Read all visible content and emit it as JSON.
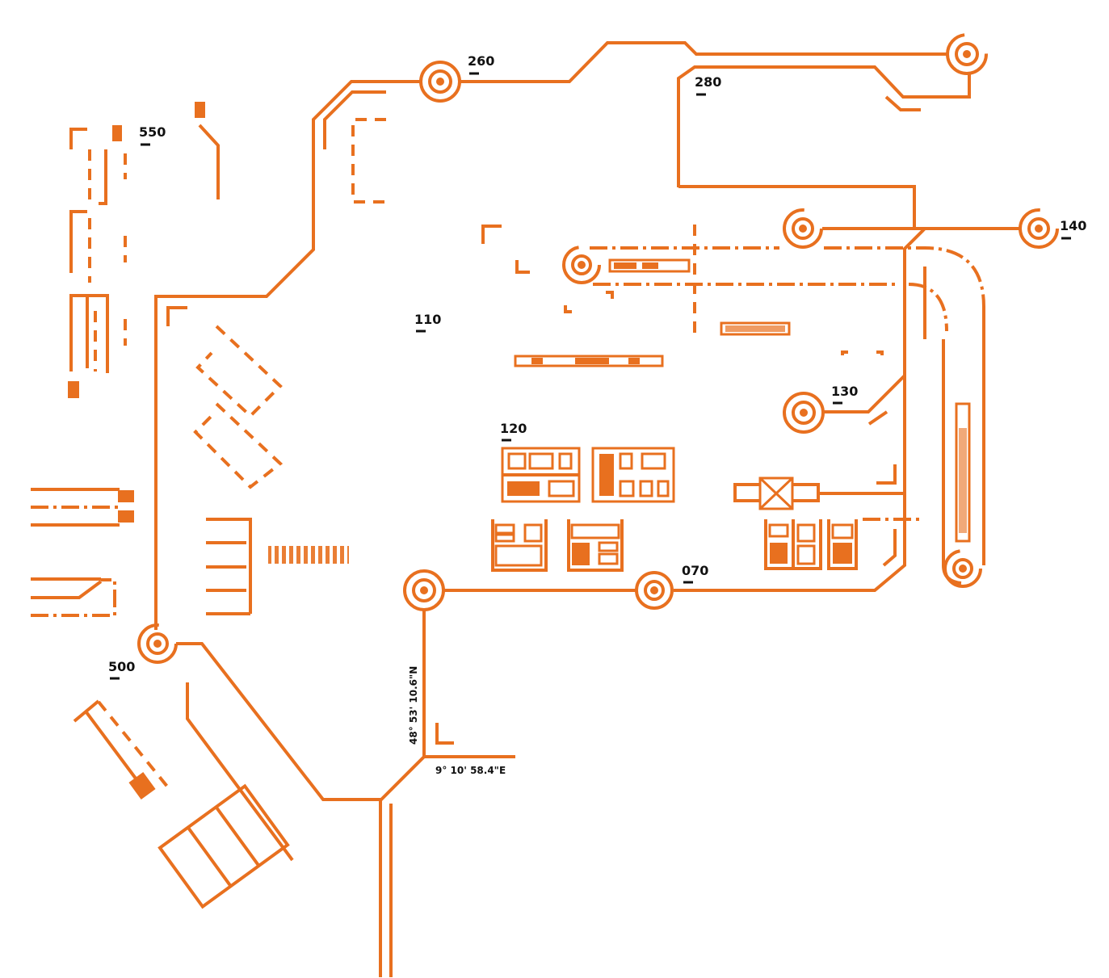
{
  "colors": {
    "accent": "#e8701f",
    "text": "#111111",
    "background": "#ffffff"
  },
  "nodes": [
    {
      "id": "260",
      "label": "260"
    },
    {
      "id": "280",
      "label": "280"
    },
    {
      "id": "550",
      "label": "550"
    },
    {
      "id": "140",
      "label": "140"
    },
    {
      "id": "110",
      "label": "110"
    },
    {
      "id": "130",
      "label": "130"
    },
    {
      "id": "120",
      "label": "120"
    },
    {
      "id": "070",
      "label": "070"
    },
    {
      "id": "500",
      "label": "500"
    }
  ],
  "coordinates": {
    "latitude": "48° 53' 10.6\"N",
    "longitude": "9° 10' 58.4\"E"
  }
}
